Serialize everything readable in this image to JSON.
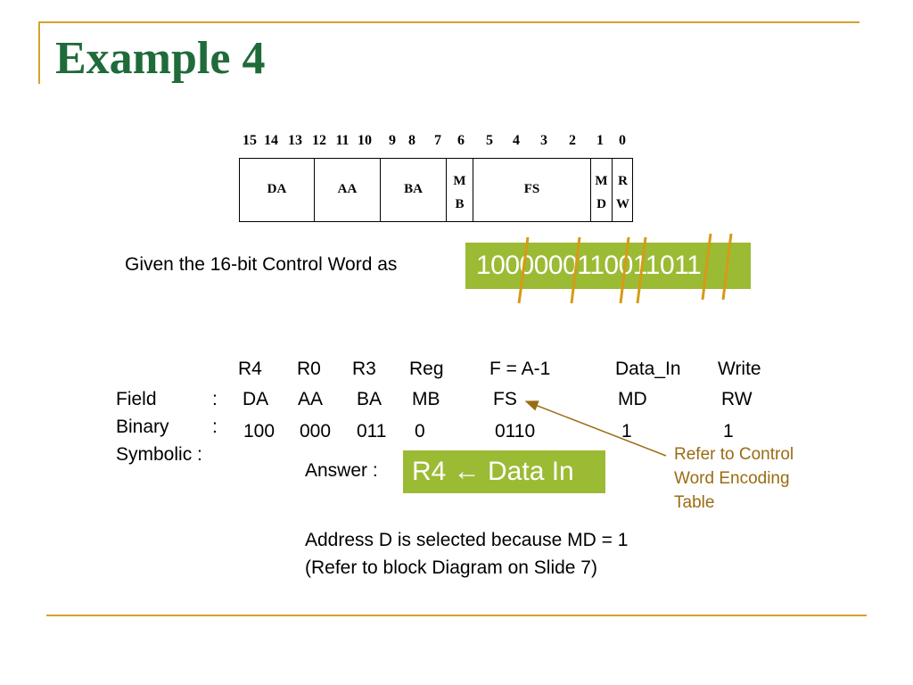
{
  "slide": {
    "title": "Example 4"
  },
  "format": {
    "bit_numbers": [
      "15",
      "14",
      "13",
      "12",
      "11",
      "10",
      "9",
      "8",
      "7",
      "6",
      "5",
      "4",
      "3",
      "2",
      "1",
      "0"
    ],
    "fields": {
      "da": "DA",
      "aa": "AA",
      "ba": "BA",
      "mb_1": "M",
      "mb_2": "B",
      "fs": "FS",
      "md_1": "M",
      "md_2": "D",
      "rw_1": "R",
      "rw_2": "W"
    }
  },
  "given": {
    "label": "Given the 16-bit Control Word as",
    "value": "1000000110011011"
  },
  "registers": {
    "da": "R4",
    "aa": "R0",
    "ba": "R3",
    "mb": "Reg",
    "fs": "F = A-1",
    "md": "Data_In",
    "rw": "Write"
  },
  "rows": {
    "field": {
      "label": "Field",
      "colon": ":",
      "da": "DA",
      "aa": "AA",
      "ba": "BA",
      "mb": "MB",
      "fs": "FS",
      "md": "MD",
      "rw": "RW"
    },
    "binary": {
      "label": "Binary",
      "colon": ":",
      "da": "100",
      "aa": "000",
      "ba": "011",
      "mb": "0",
      "fs": "0110",
      "md": "1",
      "rw": "1"
    },
    "symbolic": {
      "label": "Symbolic :"
    }
  },
  "answer": {
    "label": "Answer :",
    "value": "R4 ← Data In"
  },
  "note": {
    "line1": "Refer to Control",
    "line2": "Word Encoding",
    "line3": "Table"
  },
  "explanation": {
    "line1": "Address D is selected because MD = 1",
    "line2": "(Refer to block Diagram on Slide 7)"
  },
  "colors": {
    "accent_rule": "#d4a22e",
    "title": "#1f6b3a",
    "highlight": "#9bbb34",
    "note": "#9a6c12"
  }
}
